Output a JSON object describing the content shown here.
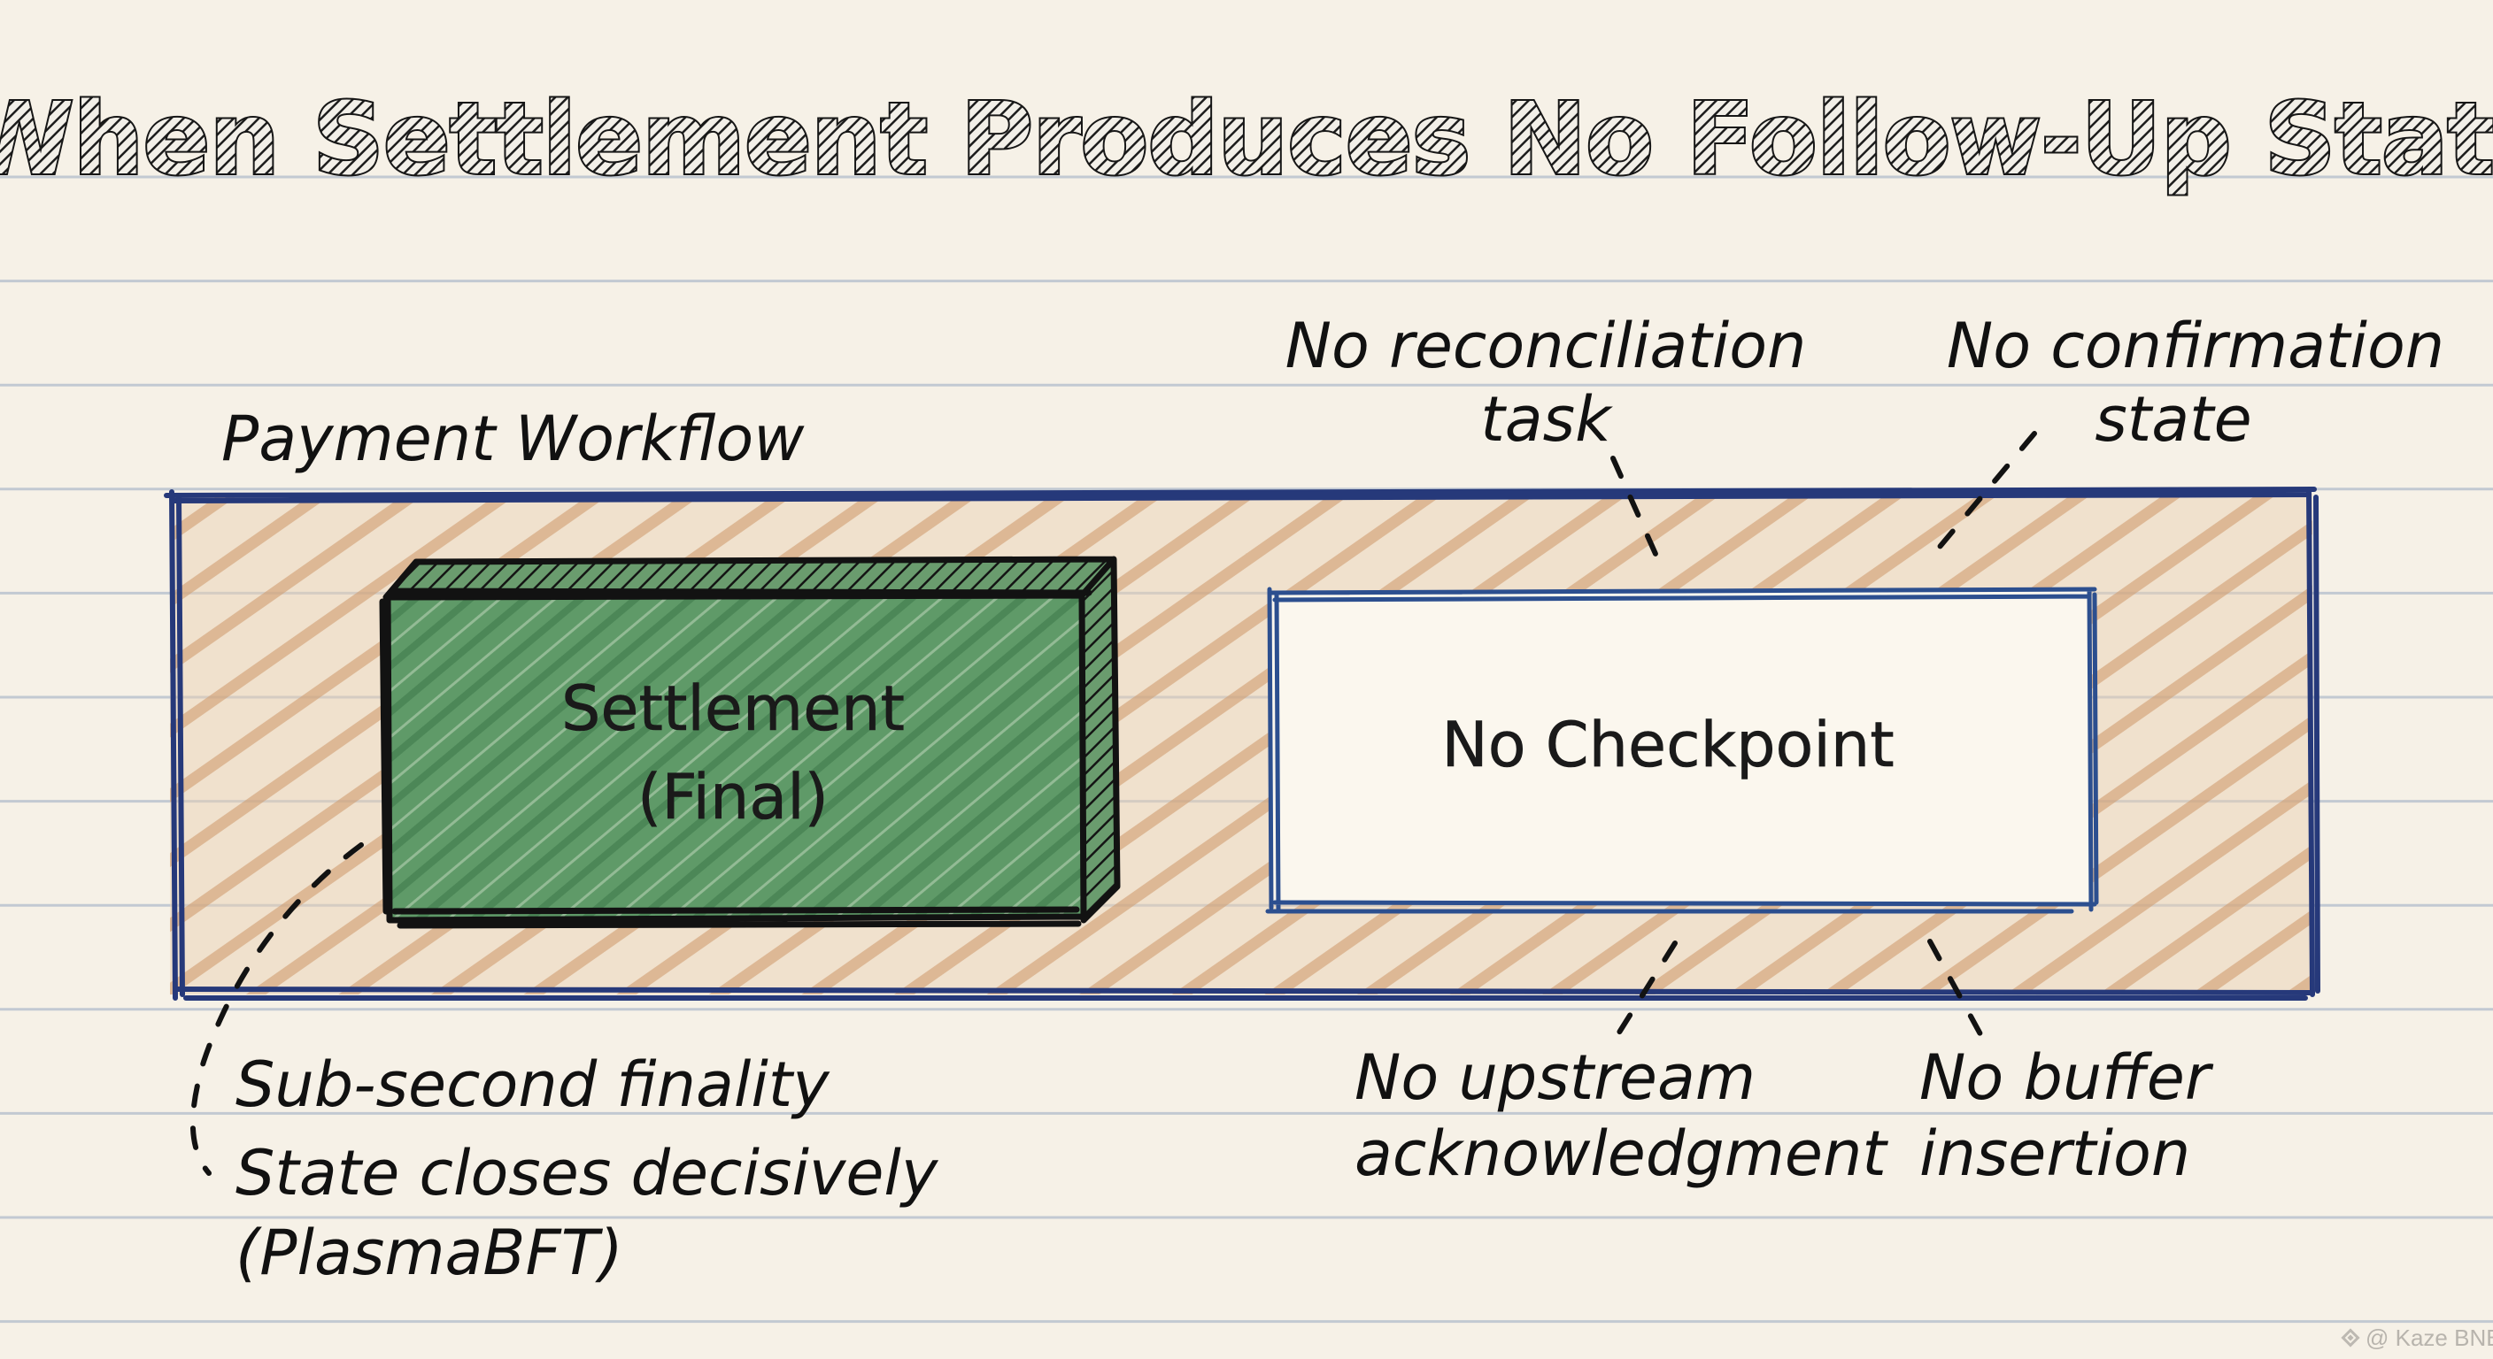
{
  "title": "When Settlement Produces No Follow-Up State",
  "workflow_label": "Payment Workflow",
  "settlement_box": {
    "line1": "Settlement",
    "line2": "(Final)",
    "fill_color": "#4f8a58"
  },
  "checkpoint_box": {
    "label": "No Checkpoint"
  },
  "callouts_top": [
    {
      "line1": "No reconciliation",
      "line2": "task"
    },
    {
      "line1": "No confirmation",
      "line2": "state"
    }
  ],
  "callouts_bottom": [
    {
      "line1": "No upstream",
      "line2": "acknowledgment"
    },
    {
      "line1": "No buffer",
      "line2": "insertion"
    }
  ],
  "settlement_notes": [
    "Sub-second finality",
    "State closes decisively",
    "(PlasmaBFT)"
  ],
  "watermark": {
    "icon": "binance-diamond-icon",
    "text": "@ Kaze BNB"
  },
  "colors": {
    "paper": "#f6f1e7",
    "ruled_line": "#b9c3cf",
    "workflow_border": "#26397a",
    "workflow_fill": "#d9ad84",
    "checkpoint_border": "#2c4f8f",
    "checkpoint_fill": "#fbf7ee",
    "settlement_green": "#4f8a58"
  }
}
